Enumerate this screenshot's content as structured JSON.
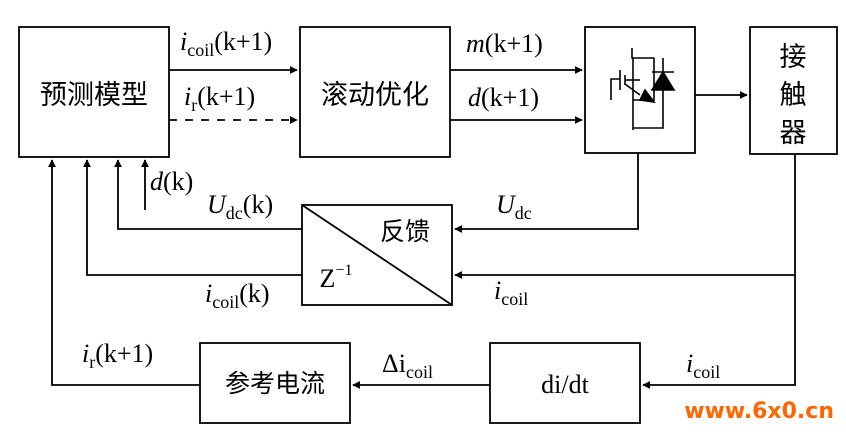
{
  "blocks": {
    "predictive_model": "预测模型",
    "rolling_optimization": "滚动优化",
    "contactor": [
      "接",
      "触",
      "器"
    ],
    "feedback": "反馈",
    "z_inverse": "Z",
    "z_inverse_exp": "−1",
    "reference_current": "参考电流",
    "derivative": "di/dt"
  },
  "signals": {
    "icoil_k1": {
      "v": "i",
      "sub": "coil",
      "arg": "(k+1)"
    },
    "ir_k1_top": {
      "v": "i",
      "sub": "r",
      "arg": "(k+1)"
    },
    "m_k1": {
      "v": "m",
      "arg": "(k+1)"
    },
    "d_k1": {
      "v": "d",
      "arg": "(k+1)"
    },
    "d_k": {
      "v": "d",
      "arg": "(k)"
    },
    "udc_k": {
      "v": "U",
      "sub": "dc",
      "arg": "(k)"
    },
    "udc": {
      "v": "U",
      "sub": "dc"
    },
    "icoil_k": {
      "v": "i",
      "sub": "coil",
      "arg": "(k)"
    },
    "icoil_fb": {
      "v": "i",
      "sub": "coil"
    },
    "icoil_right": {
      "v": "i",
      "sub": "coil"
    },
    "delta_icoil": {
      "v": "Δi",
      "sub": "coil"
    },
    "ir_k1_left": {
      "v": "i",
      "sub": "r",
      "arg": "(k+1)"
    }
  },
  "watermark": "www.6x0.cn",
  "colors": {
    "watermark": "#ff6600",
    "line": "#000000"
  }
}
